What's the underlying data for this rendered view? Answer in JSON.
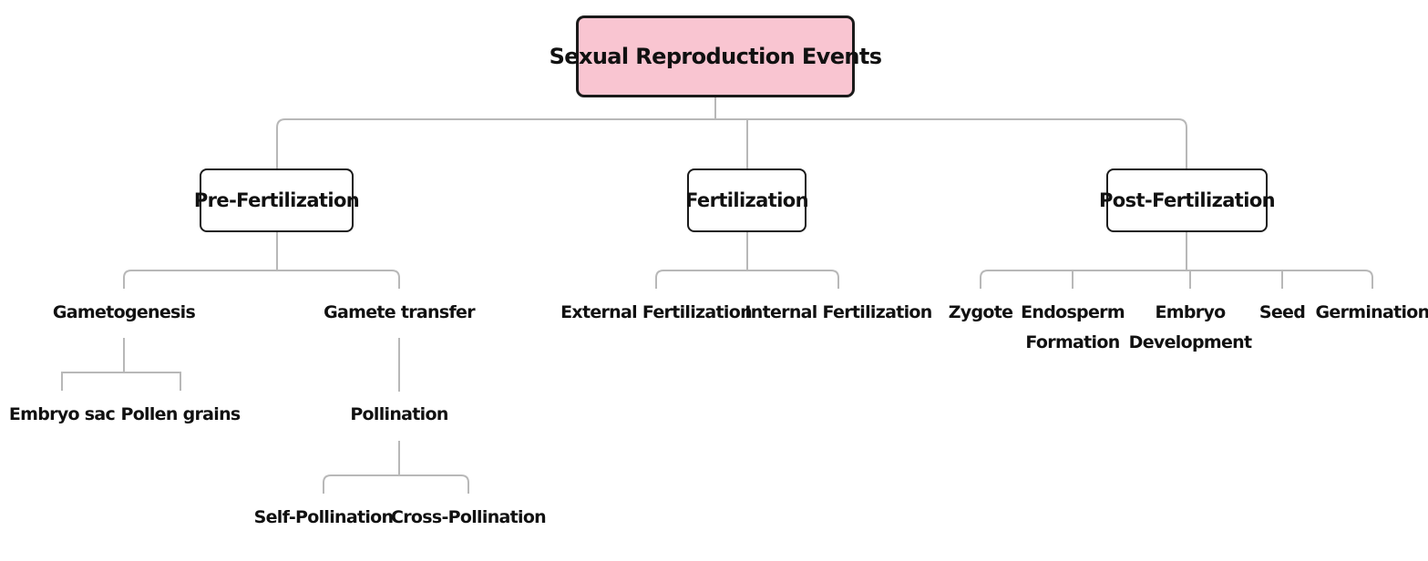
{
  "diagram": {
    "root": "Sexual Reproduction Events",
    "branches": {
      "pre_fertilization": "Pre-Fertilization",
      "fertilization": "Fertilization",
      "post_fertilization": "Post-Fertilization"
    },
    "pre": {
      "gametogenesis": "Gametogenesis",
      "gamete_transfer": "Gamete transfer",
      "embryo_sac": "Embryo sac",
      "pollen_grains": "Pollen grains",
      "pollination": "Pollination",
      "self_pollination": "Self-Pollination",
      "cross_pollination": "Cross-Pollination"
    },
    "fert": {
      "external": "External Fertilization",
      "internal": "Internal Fertilization"
    },
    "post": {
      "zygote": "Zygote",
      "endosperm_line1": "Endosperm",
      "endosperm_line2": "Formation",
      "embryo_line1": "Embryo",
      "embryo_line2": "Development",
      "seed": "Seed",
      "germination": "Germination"
    },
    "colors": {
      "root_fill": "#f9c5d1",
      "border": "#1a1a1a",
      "connector": "#b4b4b4"
    }
  }
}
